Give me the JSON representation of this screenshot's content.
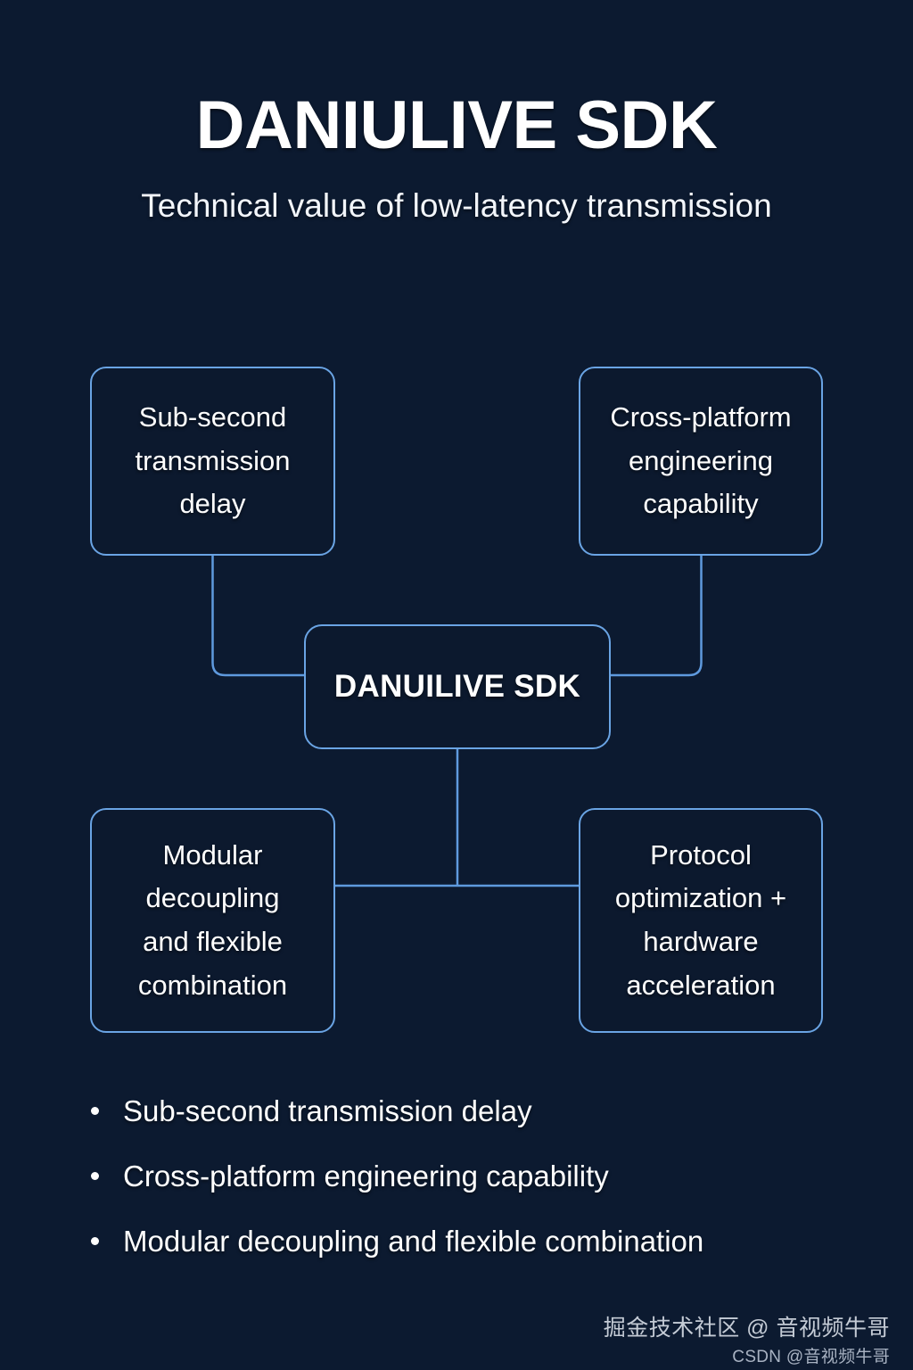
{
  "header": {
    "title": "DANIULIVE SDK",
    "subtitle": "Technical value of low-latency transmission"
  },
  "colors": {
    "background": "#0c1a30",
    "node_border": "#6aa4e4",
    "connector": "#5f9ade",
    "text": "#ffffff"
  },
  "diagram": {
    "type": "hub-and-spoke",
    "center": {
      "label": "DANUILIVE SDK"
    },
    "nodes": [
      {
        "id": "top-left",
        "label": "Sub-second\ntransmission\ndelay"
      },
      {
        "id": "top-right",
        "label": "Cross-platform\nengineering\ncapability"
      },
      {
        "id": "bottom-left",
        "label": "Modular\ndecoupling\nand flexible\ncombination"
      },
      {
        "id": "bottom-right",
        "label": "Protocol\noptimization +\nhardware\nacceleration"
      }
    ]
  },
  "bullets": [
    "Sub-second transmission delay",
    "Cross-platform engineering capability",
    "Modular decoupling and flexible combination"
  ],
  "watermarks": {
    "juejin": "掘金技术社区 @ 音视频牛哥",
    "csdn": "CSDN @音视频牛哥"
  }
}
